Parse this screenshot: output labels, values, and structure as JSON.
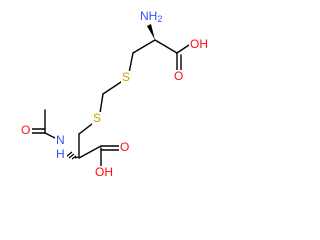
{
  "molecule": {
    "atoms": {
      "nh2_top": {
        "text": "NH",
        "sub": "2"
      },
      "oh_top": {
        "text": "OH"
      },
      "o_top": {
        "text": "O"
      },
      "s_top": {
        "text": "S"
      },
      "s_mid": {
        "text": "S"
      },
      "o_acetyl": {
        "text": "O"
      },
      "nh": {
        "text": "N",
        "sub_h": "H"
      },
      "o_bottom": {
        "text": "O"
      },
      "oh_bottom": {
        "text": "OH"
      }
    },
    "colors": {
      "bond": "#000000",
      "nitrogen": "#3050F8",
      "oxygen": "#FF0D0D",
      "sulfur": "#C8A000",
      "stereo_wedge": "#000000"
    }
  }
}
